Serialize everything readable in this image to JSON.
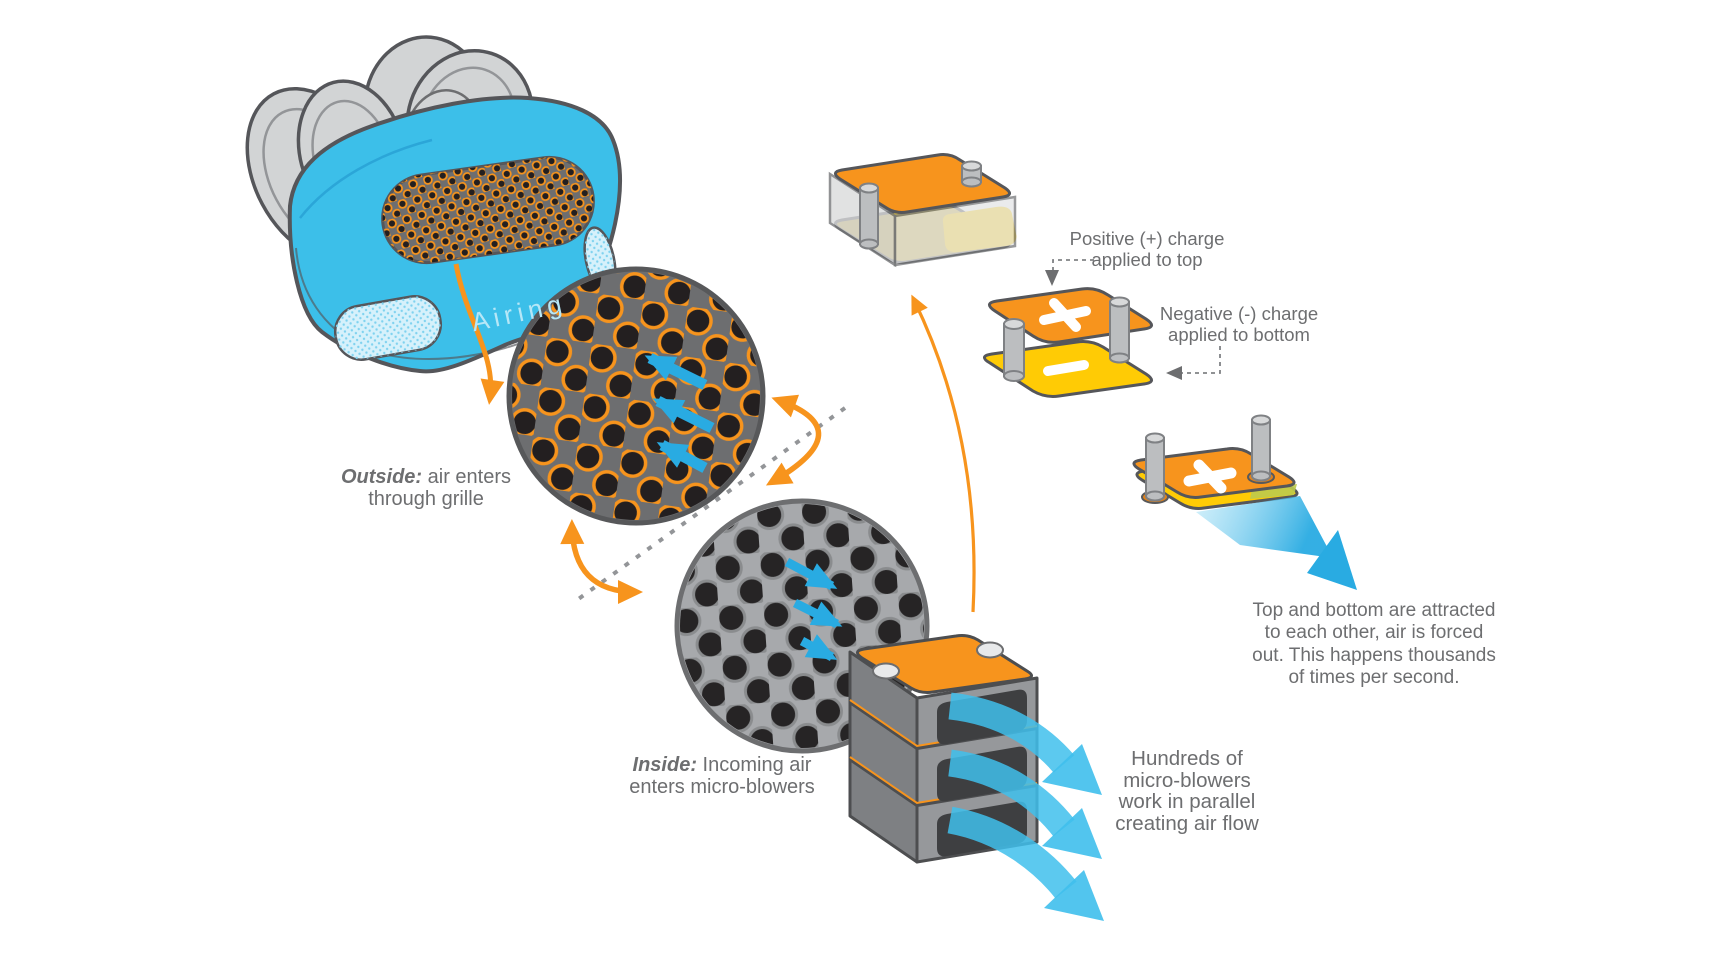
{
  "title": "Airing micro-blower explainer diagram",
  "colors": {
    "accent_orange": "#f7941d",
    "device_blue": "#3cbfe9",
    "air_blue": "#29abe2",
    "plate_yellow": "#ffcb05",
    "text_gray": "#6d6e70",
    "grille_gray": "#6d6e70",
    "intake_gray": "#a7a9ac"
  },
  "device": {
    "logo": "Airing"
  },
  "icons": {
    "plus": "+",
    "minus": "−"
  },
  "annotations": {
    "outside": {
      "lead": "Outside:",
      "line1_rest": " air enters",
      "line2": "through grille"
    },
    "inside": {
      "lead": "Inside:",
      "line1_rest": " Incoming air",
      "line2": "enters micro-blowers"
    },
    "positive_charge": {
      "line1": "Positive (+) charge",
      "line2": "applied to top"
    },
    "negative_charge": {
      "line1": "Negative (-) charge",
      "line2": "applied to bottom"
    },
    "attraction": {
      "line1": "Top and bottom are attracted",
      "line2": "to each other, air is forced",
      "line3": "out. This happens thousands",
      "line4": "of times per second."
    },
    "parallel": {
      "line1": "Hundreds of",
      "line2": "micro-blowers",
      "line3": "work in parallel",
      "line4": "creating air flow"
    }
  }
}
